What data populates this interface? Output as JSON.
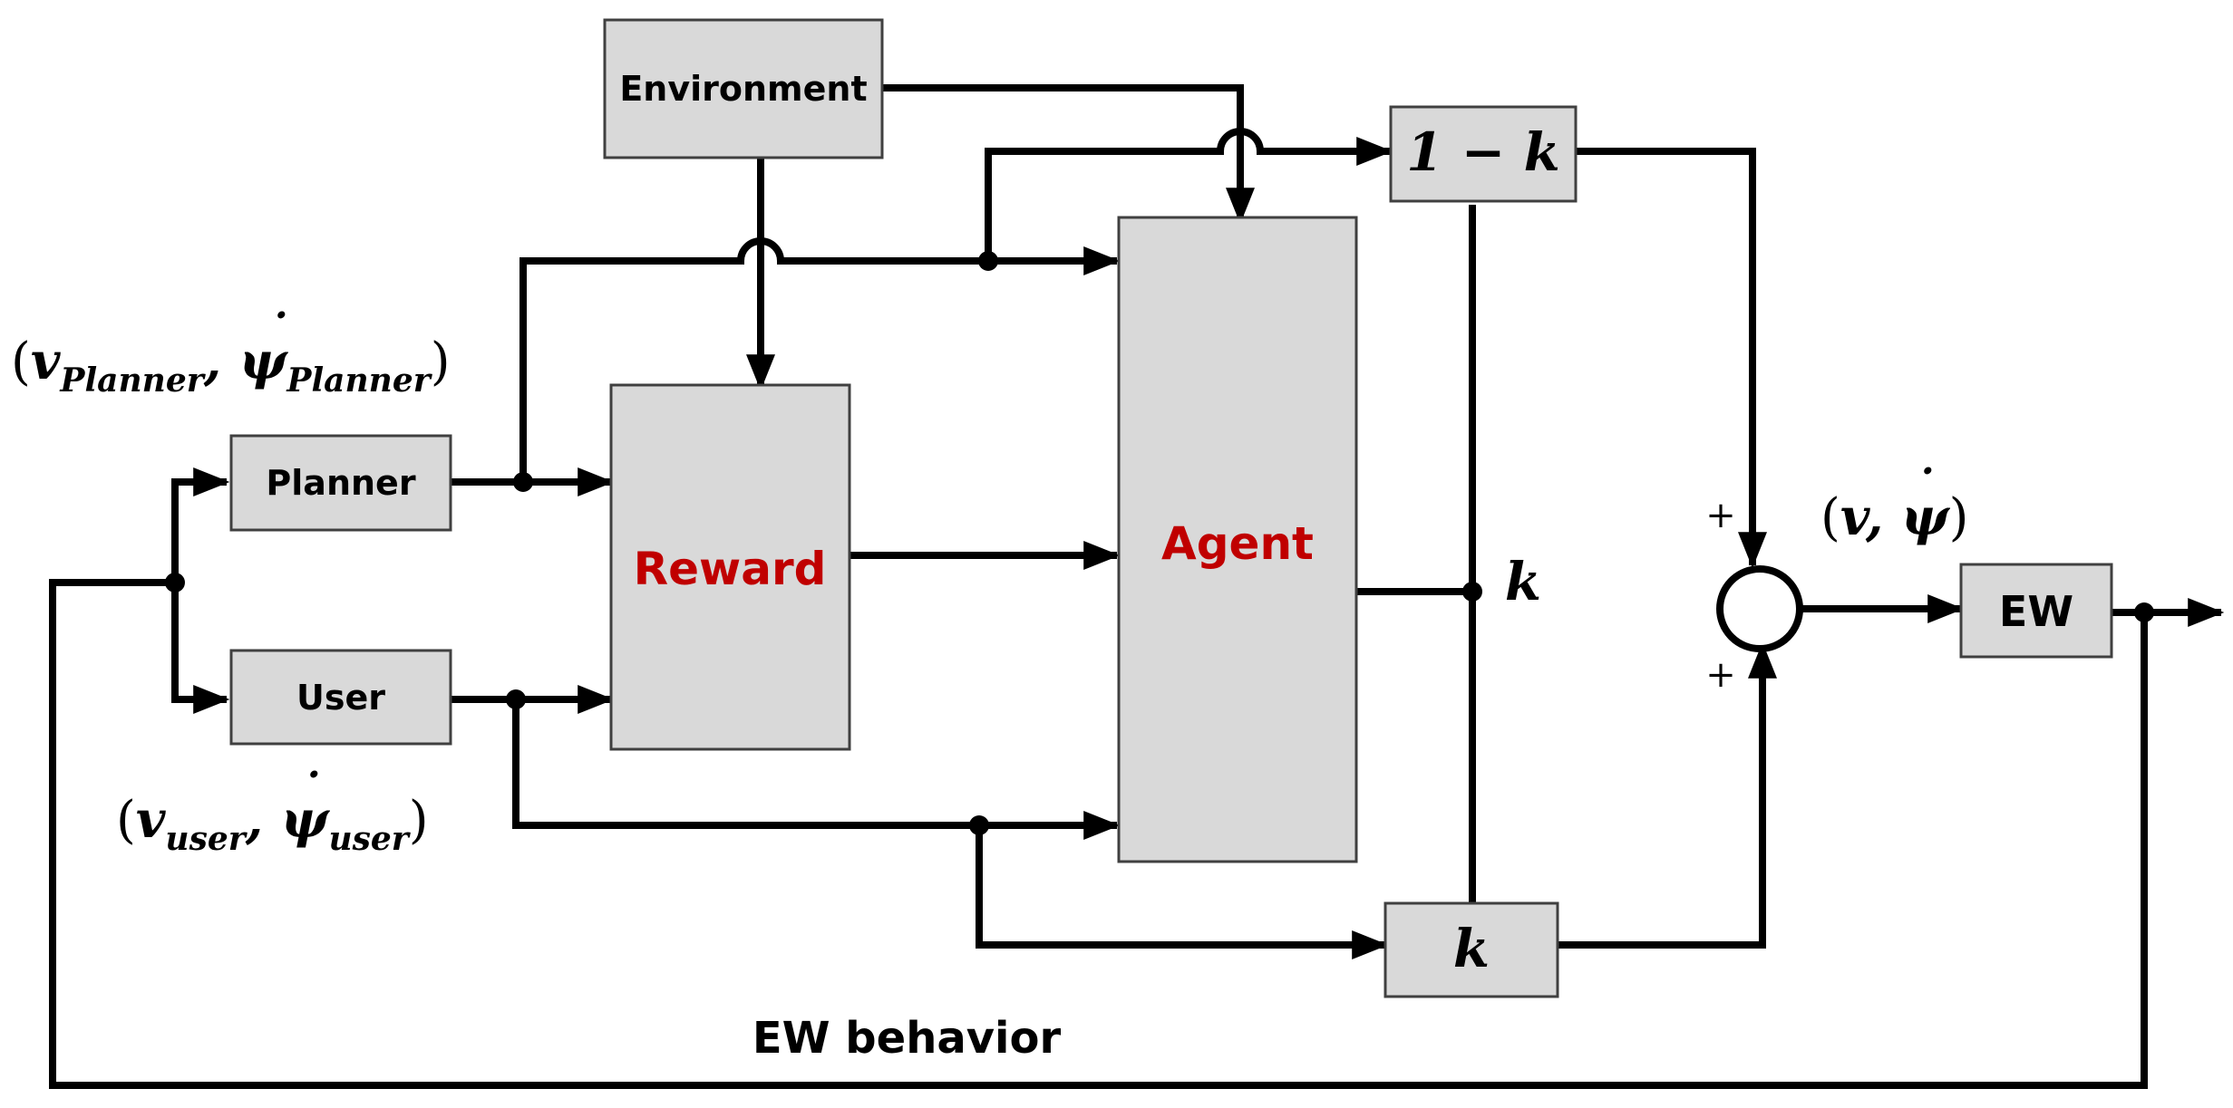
{
  "blocks": {
    "environment": "Environment",
    "planner": "Planner",
    "user": "User",
    "reward": "Reward",
    "agent": "Agent",
    "one_minus_k": "1 − k",
    "k_gain": "k",
    "ew": "EW"
  },
  "labels": {
    "planner_signal": {
      "open": "(",
      "v": "v",
      "v_sub": "Planner",
      "comma": ", ",
      "psi": "ψ",
      "psi_dot": "˙",
      "psi_sub": "Planner",
      "close": ")"
    },
    "user_signal": {
      "open": "(",
      "v": "v",
      "v_sub": "user",
      "comma": ", ",
      "psi": "ψ",
      "psi_dot": "˙",
      "psi_sub": "user",
      "close": ")"
    },
    "output_signal": {
      "open": "(",
      "v": "v",
      "comma": ", ",
      "psi": "ψ",
      "psi_dot": "˙",
      "close": ")"
    },
    "agent_output": "k",
    "sum_plus_top": "+",
    "sum_plus_bottom": "+",
    "feedback": "EW behavior"
  }
}
